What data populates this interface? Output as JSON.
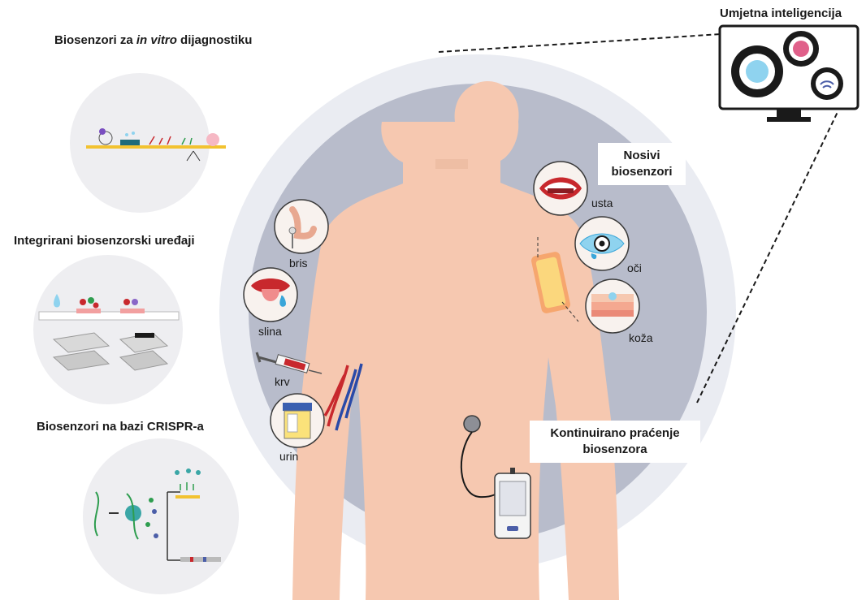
{
  "left_panel": {
    "invitro_prefix": "Biosenzori za ",
    "invitro_italic": "in vitro",
    "invitro_suffix": " dijagnostiku",
    "integrated": "Integrirani biosenzorski uređaji",
    "crispr": "Biosenzori na bazi CRISPR-a"
  },
  "ai": {
    "title": "Umjetna inteligencija"
  },
  "wearable": {
    "line1": "Nosivi",
    "line2": "biosenzori"
  },
  "continuous": {
    "line1": "Kontinuirano praćenje",
    "line2": "biosenzora"
  },
  "samples": {
    "bris": "bris",
    "slina": "slina",
    "krv": "krv",
    "urin": "urin",
    "usta": "usta",
    "oci": "oči",
    "koza": "koža"
  },
  "colors": {
    "outer_ring": "#eaecf2",
    "inner_disc": "#b8bccb",
    "skin": "#f6c8b0",
    "panel_circle": "#eeeef1",
    "gold": "#f2c230",
    "accent_red": "#c8282d"
  }
}
